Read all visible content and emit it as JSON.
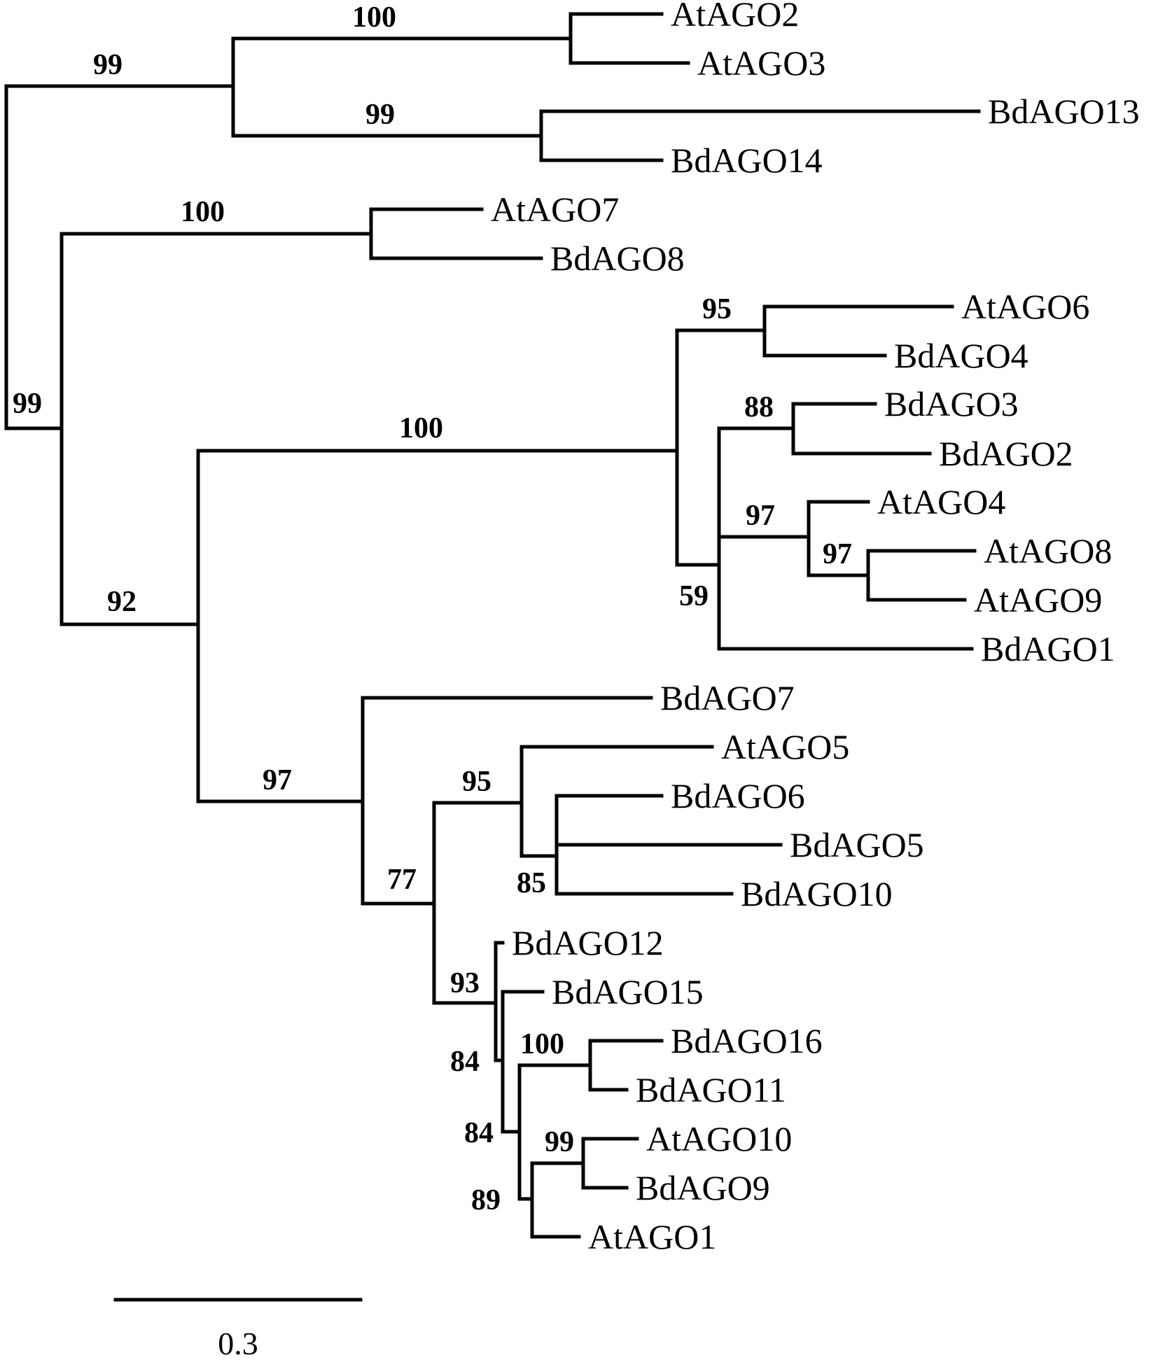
{
  "tree": {
    "leaves": {
      "AtAGO2": "AtAGO2",
      "AtAGO3": "AtAGO3",
      "BdAGO13": "BdAGO13",
      "BdAGO14": "BdAGO14",
      "AtAGO7": "AtAGO7",
      "BdAGO8": "BdAGO8",
      "AtAGO6": "AtAGO6",
      "BdAGO4": "BdAGO4",
      "BdAGO3": "BdAGO3",
      "BdAGO2": "BdAGO2",
      "AtAGO4": "AtAGO4",
      "AtAGO8": "AtAGO8",
      "AtAGO9": "AtAGO9",
      "BdAGO1": "BdAGO1",
      "BdAGO7": "BdAGO7",
      "AtAGO5": "AtAGO5",
      "BdAGO6": "BdAGO6",
      "BdAGO5": "BdAGO5",
      "BdAGO10": "BdAGO10",
      "BdAGO12": "BdAGO12",
      "BdAGO15": "BdAGO15",
      "BdAGO16": "BdAGO16",
      "BdAGO11": "BdAGO11",
      "AtAGO10": "AtAGO10",
      "BdAGO9": "BdAGO9",
      "AtAGO1": "AtAGO1"
    },
    "bootstrap": {
      "ago2_ago3": "100",
      "ago2_clade": "99",
      "ago13_ago14": "99",
      "ago7_ago8": "100",
      "root_lower": "99",
      "ago6_ago4": "95",
      "bd3_bd2": "88",
      "ago4_clade": "97",
      "ago8_ago9": "97",
      "ago4_group": "59",
      "ago4_main": "100",
      "main_lower": "92",
      "ago1_group": "97",
      "ago5_clade": "95",
      "bd6_clade": "85",
      "ago1_mid": "77",
      "bd12_clade": "93",
      "bd15_clade": "84",
      "bd16_bd11": "100",
      "inner_clade": "84",
      "ago10_bd9": "99",
      "ago1_clade": "89"
    },
    "scale_bar": {
      "label": "0.3",
      "value": 0.3
    }
  }
}
